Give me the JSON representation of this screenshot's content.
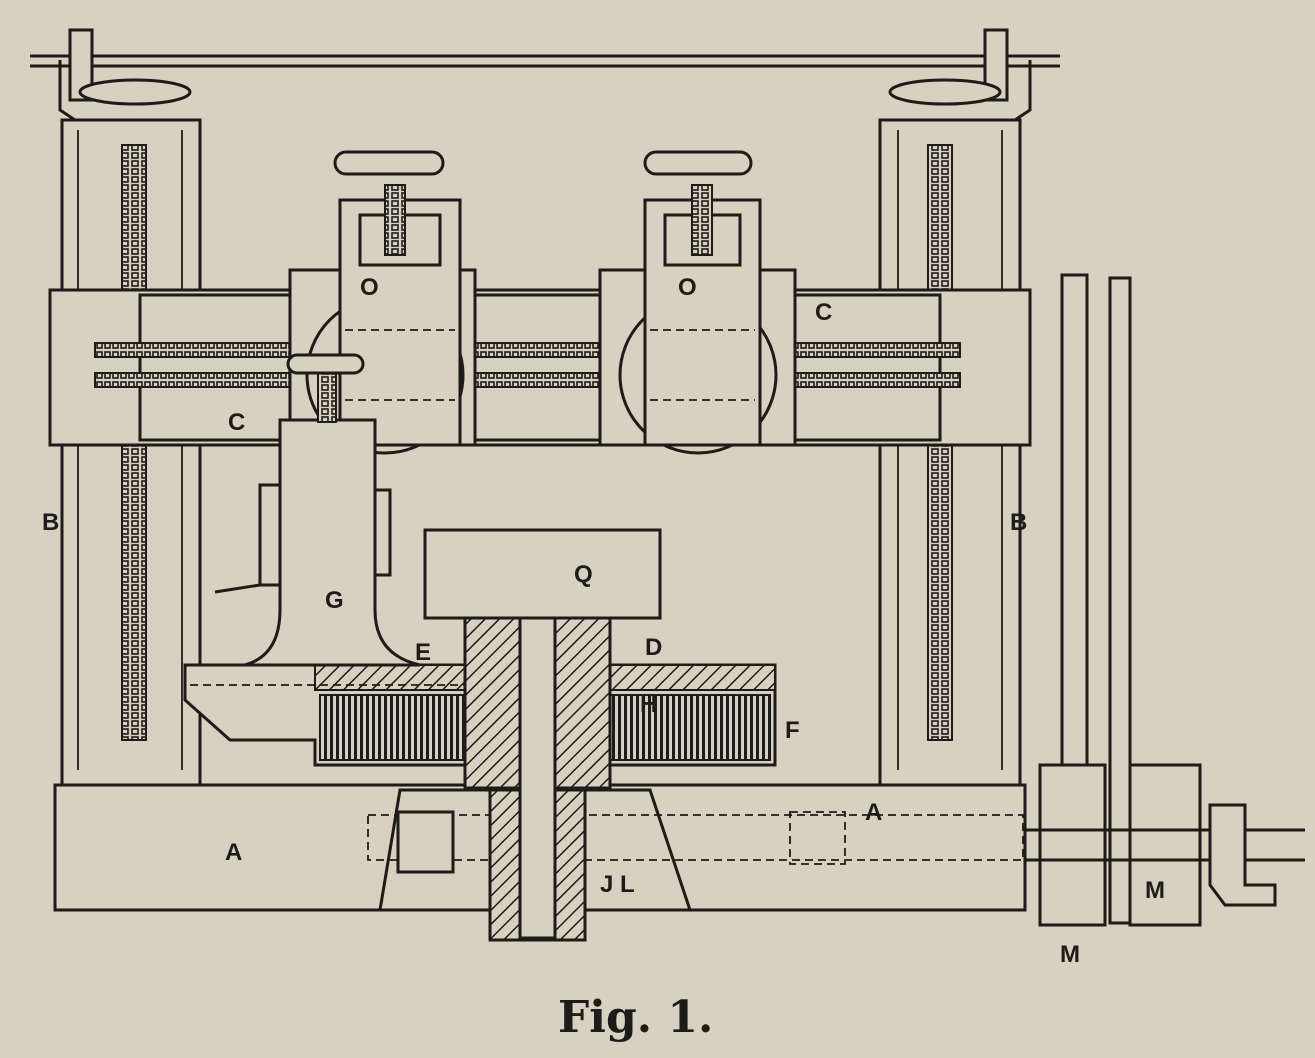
{
  "figure": {
    "caption": "Fig. 1.",
    "background_color": "#d6d1c0",
    "ink_color": "#1e1c18",
    "labels": {
      "A_left": "A",
      "A_right": "A",
      "B_left": "B",
      "B_right": "B",
      "C_upper": "C",
      "C_lower": "C",
      "D": "D",
      "E": "E",
      "F": "F",
      "G": "G",
      "H": "H",
      "JL": "J L",
      "M_lower": "M",
      "M_right": "M",
      "O_left": "O",
      "O_right": "O",
      "Q": "Q"
    }
  }
}
